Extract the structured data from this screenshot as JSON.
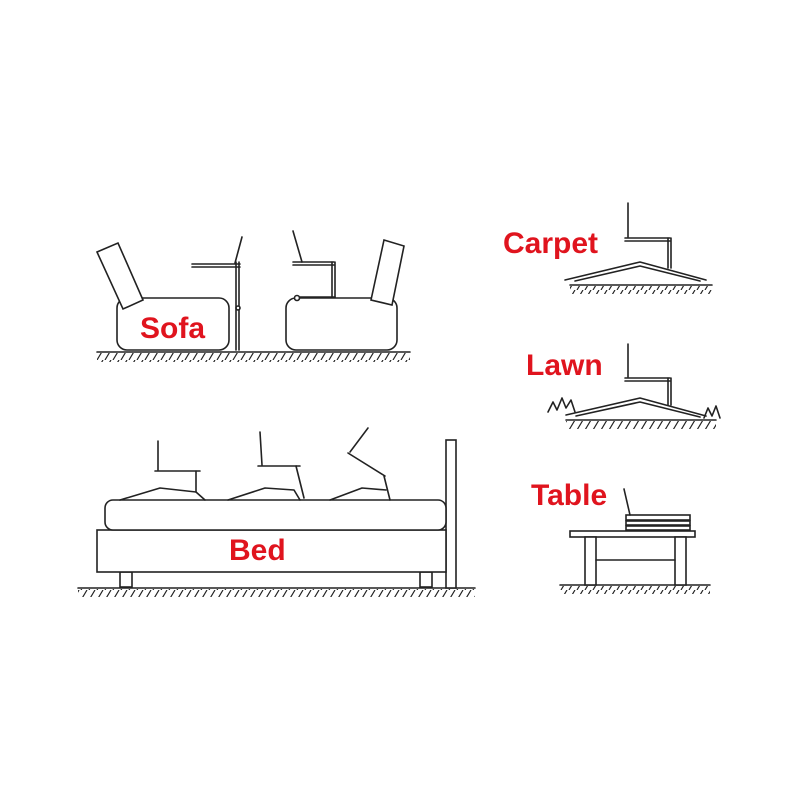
{
  "labels": {
    "sofa": "Sofa",
    "carpet": "Carpet",
    "lawn": "Lawn",
    "bed": "Bed",
    "table": "Table"
  },
  "colors": {
    "label": "#e0141e",
    "line": "#222222"
  }
}
